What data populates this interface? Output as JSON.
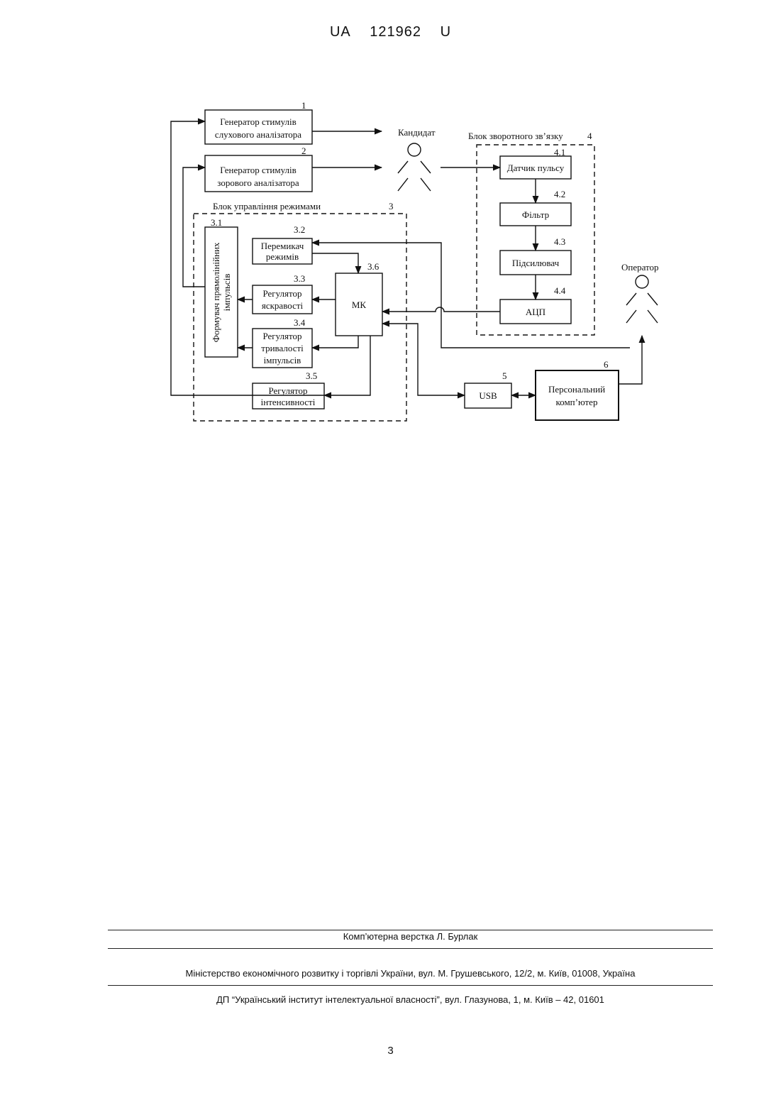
{
  "header": {
    "country": "UA",
    "number": "121962",
    "kind": "U"
  },
  "diagram": {
    "gen_audio": {
      "label_line1": "Генератор стимулів",
      "label_line2": "слухового аналізатора",
      "num": "1"
    },
    "gen_visual": {
      "label_line1": "Генератор стимулів",
      "label_line2": "зорового аналізатора",
      "num": "2"
    },
    "candidate": "Кандидат",
    "operator": "Оператор",
    "feedback": {
      "title": "Блок зворотного зв’язку",
      "num": "4",
      "pulse_sensor": {
        "label": "Датчик пульсу",
        "num": "4.1"
      },
      "filter": {
        "label": "Фільтр",
        "num": "4.2"
      },
      "amplifier": {
        "label": "Підсилювач",
        "num": "4.3"
      },
      "adc": {
        "label": "АЦП",
        "num": "4.4"
      }
    },
    "control": {
      "title": "Блок управління режимами",
      "num": "3",
      "shaper": {
        "label_line1": "Формувач прямолінійних",
        "label_line2": "імпульсів",
        "num": "3.1"
      },
      "mode_switch": {
        "label_line1": "Перемикач",
        "label_line2": "режимів",
        "num": "3.2"
      },
      "brightness": {
        "label_line1": "Регулятор",
        "label_line2": "яскравості",
        "num": "3.3"
      },
      "duration": {
        "label_line1": "Регулятор",
        "label_line2": "тривалості",
        "label_line3": "імпульсів",
        "num": "3.4"
      },
      "intensity": {
        "label_line1": "Регулятор",
        "label_line2": "інтенсивності",
        "num": "3.5"
      },
      "mcu": {
        "label": "МК",
        "num": "3.6"
      }
    },
    "usb": {
      "label": "USB",
      "num": "5"
    },
    "pc": {
      "label_line1": "Персональний",
      "label_line2": "комп’ютер",
      "num": "6"
    }
  },
  "footer": {
    "layout_credit": "Комп’ютерна верстка Л. Бурлак",
    "ministry": "Міністерство економічного розвитку і торгівлі України, вул. М. Грушевського, 12/2, м. Київ, 01008, Україна",
    "institute": "ДП “Український інститут інтелектуальної власності”, вул. Глазунова, 1, м. Київ – 42, 01601",
    "page_number": "3"
  }
}
